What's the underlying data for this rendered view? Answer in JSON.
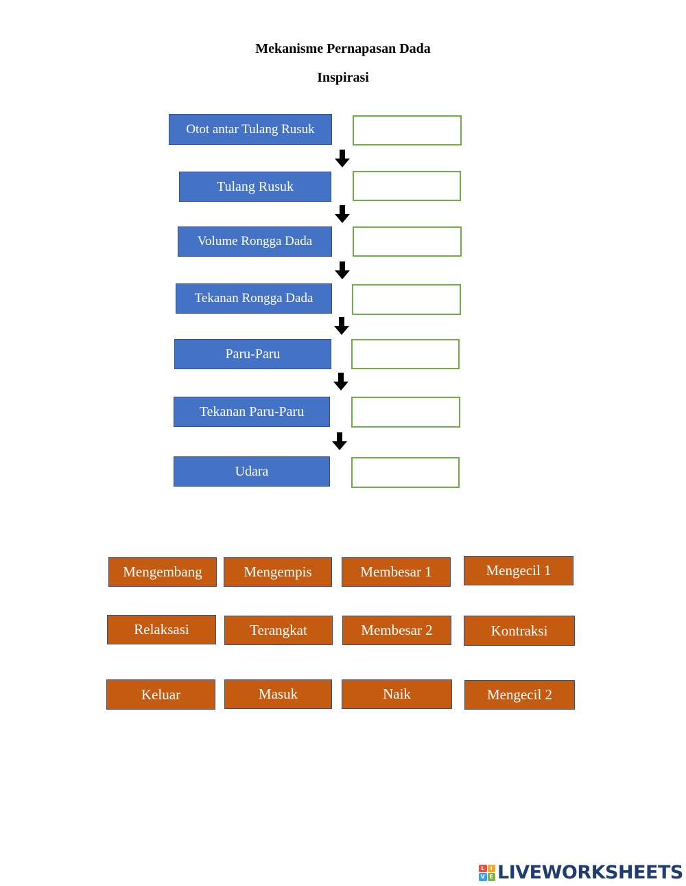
{
  "header": {
    "title": "Mekanisme Pernapasan Dada",
    "subtitle": "Inspirasi"
  },
  "flow": {
    "items": [
      {
        "label": "Otot antar Tulang Rusuk"
      },
      {
        "label": "Tulang Rusuk"
      },
      {
        "label": "Volume Rongga Dada"
      },
      {
        "label": "Tekanan Rongga Dada"
      },
      {
        "label": "Paru-Paru"
      },
      {
        "label": "Tekanan Paru-Paru"
      },
      {
        "label": "Udara"
      }
    ]
  },
  "options": {
    "items": [
      {
        "label": "Mengembang"
      },
      {
        "label": "Mengempis"
      },
      {
        "label": "Membesar 1"
      },
      {
        "label": "Mengecil 1"
      },
      {
        "label": "Relaksasi"
      },
      {
        "label": "Terangkat"
      },
      {
        "label": "Membesar 2"
      },
      {
        "label": "Kontraksi"
      },
      {
        "label": "Keluar"
      },
      {
        "label": "Masuk"
      },
      {
        "label": "Naik"
      },
      {
        "label": "Mengecil 2"
      }
    ]
  },
  "footer": {
    "logo_text": "LIVEWORKSHEETS",
    "logo_letters": [
      "L",
      "I",
      "V",
      "E"
    ]
  },
  "colors": {
    "concept_box": "#4472c4",
    "option_box": "#c55a11",
    "answer_border": "#70ad47"
  }
}
